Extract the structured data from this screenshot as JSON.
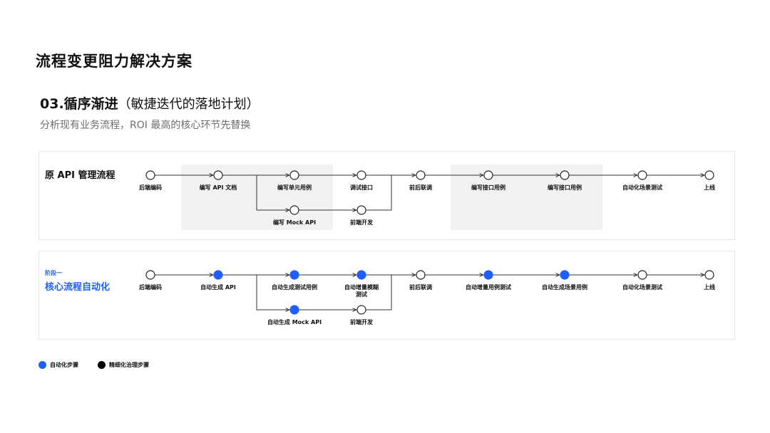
{
  "page": {
    "title": "流程变更阻力解决方案",
    "section_number": "03.循序渐进",
    "section_subtitle": "（敏捷迭代的落地计划）",
    "description": "分析现有业务流程，ROI 最高的核心环节先替换"
  },
  "colors": {
    "auto": "#1f5fff",
    "fine": "#000000",
    "line": "#333333",
    "shade": "#f2f2f2"
  },
  "original": {
    "title": "原 API 管理流程",
    "nodes": [
      {
        "label": "后端编码",
        "type": "normal"
      },
      {
        "label": "编写 API 文档",
        "type": "normal"
      },
      {
        "label": "编写单元用例",
        "type": "normal"
      },
      {
        "label": "调试接口",
        "type": "normal"
      },
      {
        "label": "前后联调",
        "type": "normal"
      },
      {
        "label": "编写接口用例",
        "type": "normal"
      },
      {
        "label": "编写接口用例",
        "type": "normal"
      },
      {
        "label": "自动化场景测试",
        "type": "normal"
      },
      {
        "label": "上线",
        "type": "normal"
      },
      {
        "label": "编写 Mock API",
        "type": "normal"
      },
      {
        "label": "前端开发",
        "type": "normal"
      }
    ]
  },
  "phase1": {
    "tag": "阶段一",
    "title": "核心流程自动化",
    "nodes": [
      {
        "label": "后端编码",
        "type": "normal"
      },
      {
        "label": "自动生成 API",
        "type": "auto"
      },
      {
        "label": "自动生成测试用例",
        "type": "auto"
      },
      {
        "label": "自动增量模糊测试",
        "type": "auto"
      },
      {
        "label": "前后联调",
        "type": "normal"
      },
      {
        "label": "自动增量用例测试",
        "type": "auto"
      },
      {
        "label": "自动生成场景用例",
        "type": "auto"
      },
      {
        "label": "自动化场景测试",
        "type": "normal"
      },
      {
        "label": "上线",
        "type": "normal"
      },
      {
        "label": "自动生成 Mock API",
        "type": "auto"
      },
      {
        "label": "前端开发",
        "type": "normal"
      }
    ]
  },
  "legend": [
    {
      "label": "自动化步骤",
      "color": "#1f5fff"
    },
    {
      "label": "精细化治理步骤",
      "color": "#000000"
    }
  ]
}
